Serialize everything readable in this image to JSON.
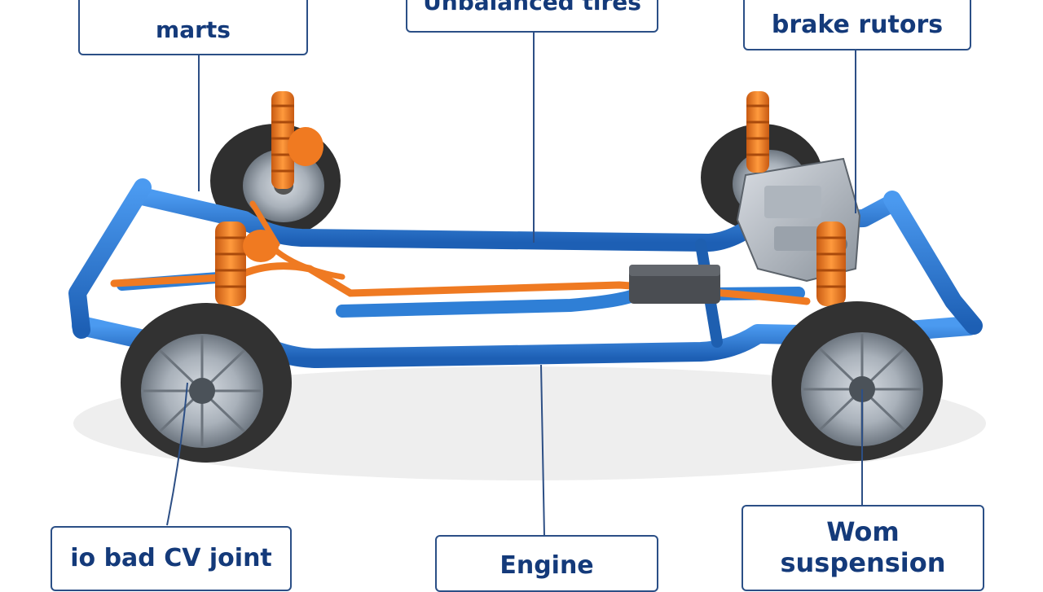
{
  "labels": {
    "top_left": "marts",
    "top_center": "Unbalanced tires",
    "top_right": "brake rutors",
    "bottom_left": "io bad CV joint",
    "bottom_center": "Engine",
    "bottom_right_line1": "Wom",
    "bottom_right_line2": "suspension"
  },
  "colors": {
    "frame": "#2f7fd6",
    "frame_dark": "#1e5fb0",
    "spring": "#ef7a22",
    "tire": "#3a3a3a",
    "rim": "#9aa3ad",
    "label_text": "#143a7a",
    "label_border": "#2b4f86"
  }
}
